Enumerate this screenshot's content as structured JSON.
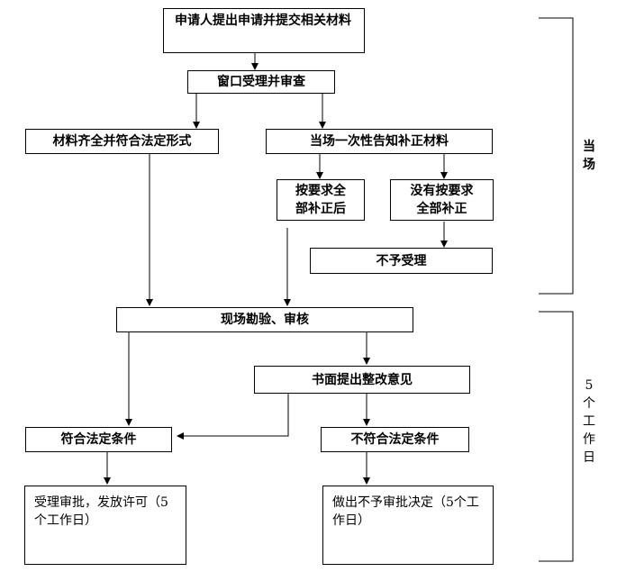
{
  "flow": {
    "apply": "申请人提出申请并提交相关材料",
    "window_review": "窗口受理并审查",
    "materials_complete": "材料齐全并符合法定形式",
    "notify_supplement": "当场一次性告知补正材料",
    "supplemented": "按要求全部补正后",
    "not_supplemented": "没有按要求全部补正",
    "reject": "不予受理",
    "site_inspection": "现场勘验、审核",
    "written_rectify": "书面提出整改意见",
    "meets_conditions": "符合法定条件",
    "not_meets_conditions": "不符合法定条件",
    "approve": "受理审批，发放许可（5个工作日）",
    "deny": "做出不予审批决定（5个工作日）"
  },
  "side": {
    "on_spot": "当场",
    "five_days": "5个工作日"
  }
}
